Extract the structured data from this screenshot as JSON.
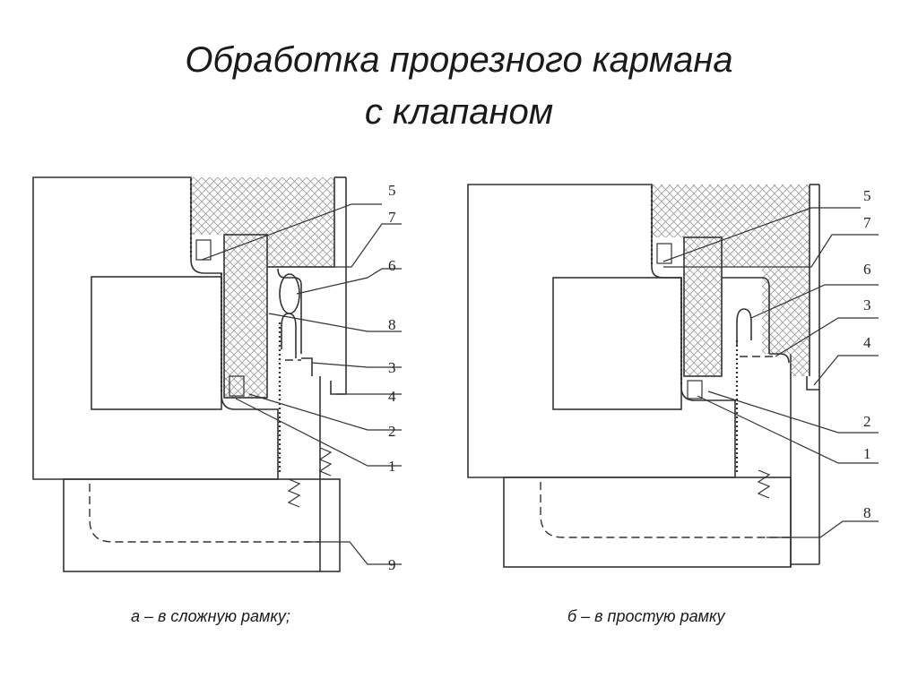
{
  "title": {
    "line1": "Обработка прорезного кармана",
    "line2": "с клапаном"
  },
  "captions": {
    "left": "а – в сложную рамку;",
    "right": "б – в простую рамку"
  },
  "left_diagram": {
    "callouts": [
      "5",
      "7",
      "6",
      "8",
      "3",
      "4",
      "2",
      "1",
      "9"
    ]
  },
  "right_diagram": {
    "callouts": [
      "5",
      "7",
      "6",
      "3",
      "4",
      "2",
      "1",
      "8"
    ]
  },
  "colors": {
    "line": "#333333",
    "background": "#ffffff"
  }
}
